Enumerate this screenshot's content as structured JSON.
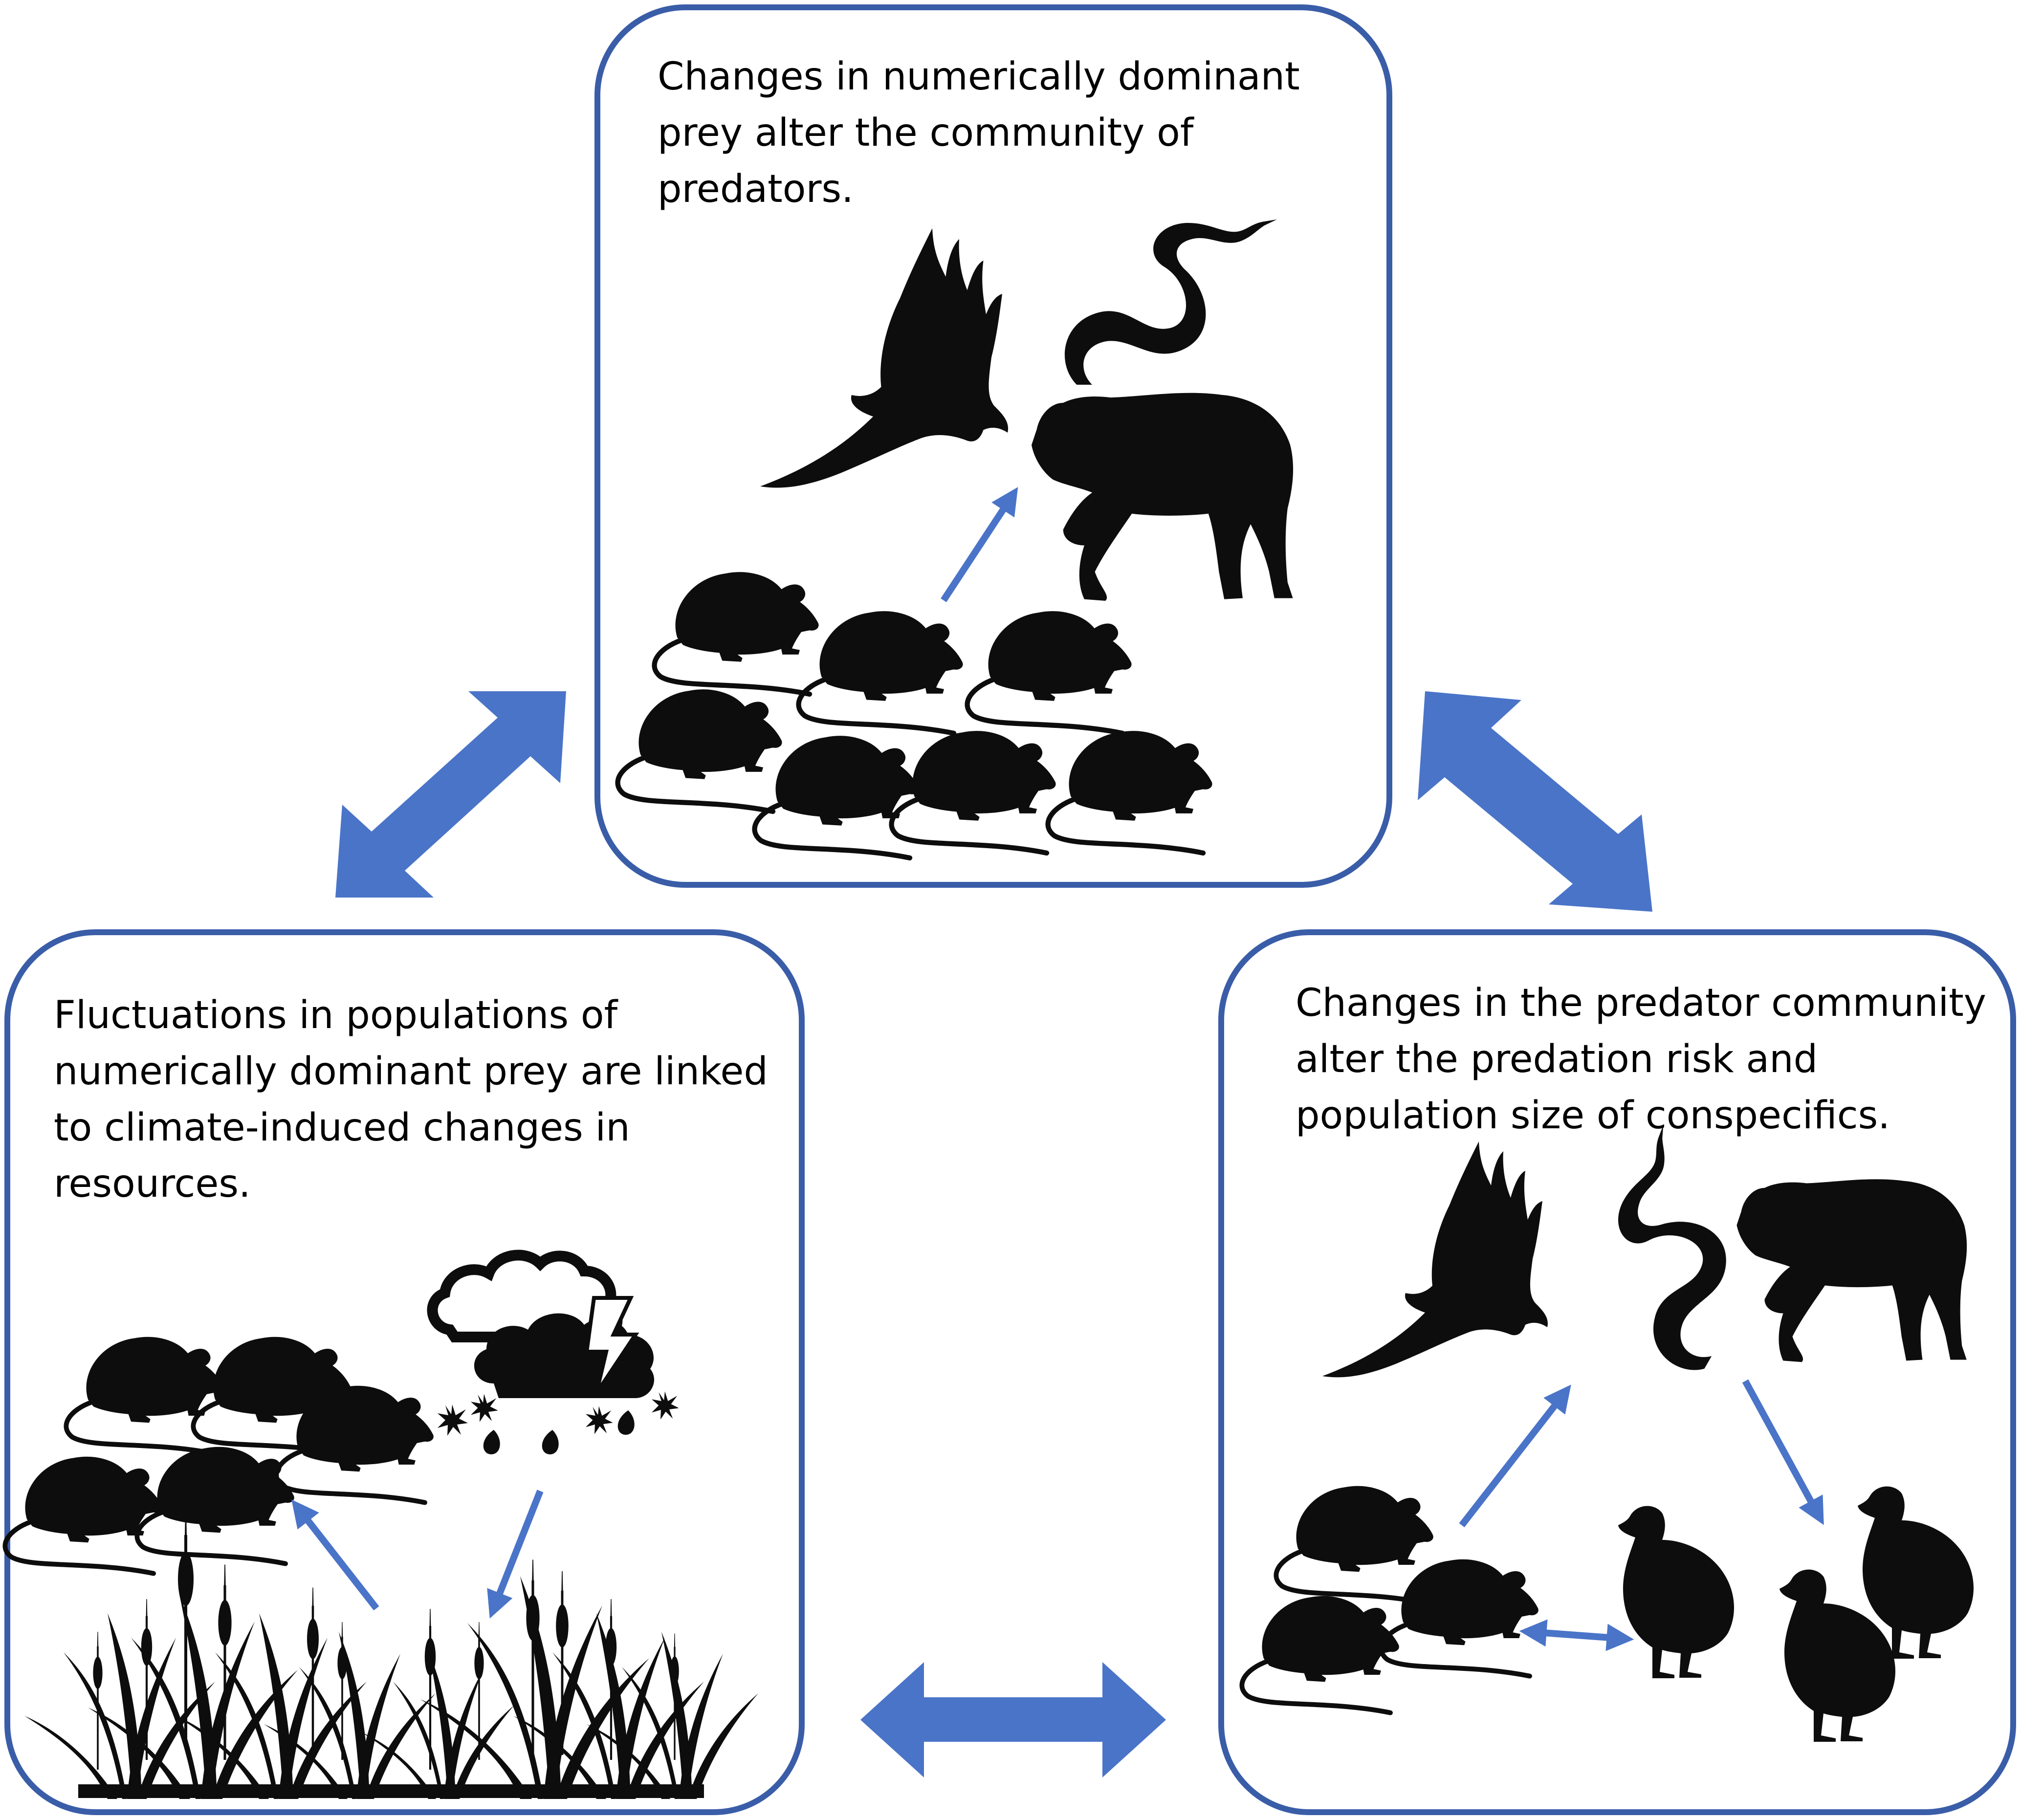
{
  "colors": {
    "frame": "#3a5da8",
    "arrow": "#4a74c8",
    "silhouette": "#0d0d0d"
  },
  "boxes": {
    "top": {
      "text": "Changes in numerically dominant prey alter the community of predators."
    },
    "left": {
      "text": "Fluctuations in populations of numerically dominant prey are linked to climate-induced changes in resources."
    },
    "right": {
      "text": "Changes in the predator community alter the predation risk and population size of conspecifics."
    }
  },
  "icons": [
    "rodent-icon",
    "hawk-icon",
    "snake-icon",
    "bobcat-icon",
    "quail-icon",
    "storm-cloud-icon",
    "cattail-grass-icon"
  ]
}
